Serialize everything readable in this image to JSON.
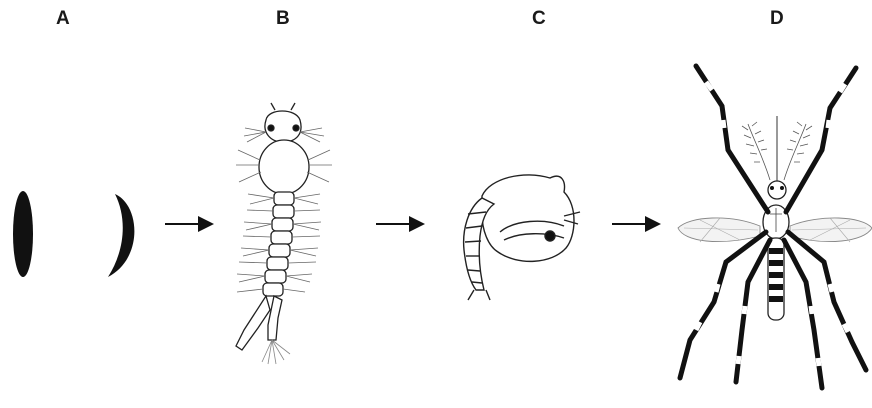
{
  "stage_labels": {
    "a": "A",
    "b": "B",
    "c": "C",
    "d": "D"
  },
  "colors": {
    "ink": "#111111",
    "line": "#222222",
    "background": "#ffffff",
    "wing": "#f2f2f2"
  }
}
